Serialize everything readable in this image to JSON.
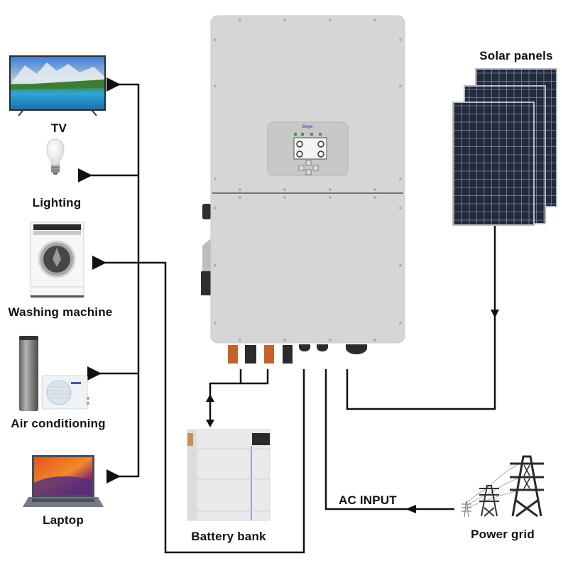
{
  "diagram": {
    "title": "Hybrid solar inverter system wiring",
    "inverter": {
      "brand": "Deye",
      "screen_indicators": 4,
      "buttons": 4
    },
    "sources": {
      "solar": {
        "label": "Solar panels"
      },
      "grid": {
        "label": "Power grid",
        "connection_label": "AC INPUT"
      },
      "battery": {
        "label": "Battery bank"
      }
    },
    "loads": [
      {
        "id": "tv",
        "label": "TV",
        "icon": "tv-icon"
      },
      {
        "id": "lighting",
        "label": "Lighting",
        "icon": "light-bulb-icon"
      },
      {
        "id": "washing",
        "label": "Washing machine",
        "icon": "washing-machine-icon"
      },
      {
        "id": "ac",
        "label": "Air conditioning",
        "icon": "air-conditioner-icon"
      },
      {
        "id": "laptop",
        "label": "Laptop",
        "icon": "laptop-icon"
      }
    ],
    "colors": {
      "line": "#111111",
      "inverter_body": "#d6d6d6",
      "inverter_edge": "#c4c4c4",
      "connector_copper": "#c4622a",
      "connector_black": "#2b2b2b",
      "solar_cell": "#1d2333",
      "solar_frame": "#b8bcc2",
      "battery_body": "#e9e9eb",
      "battery_accent": "#6f8fcf"
    }
  }
}
